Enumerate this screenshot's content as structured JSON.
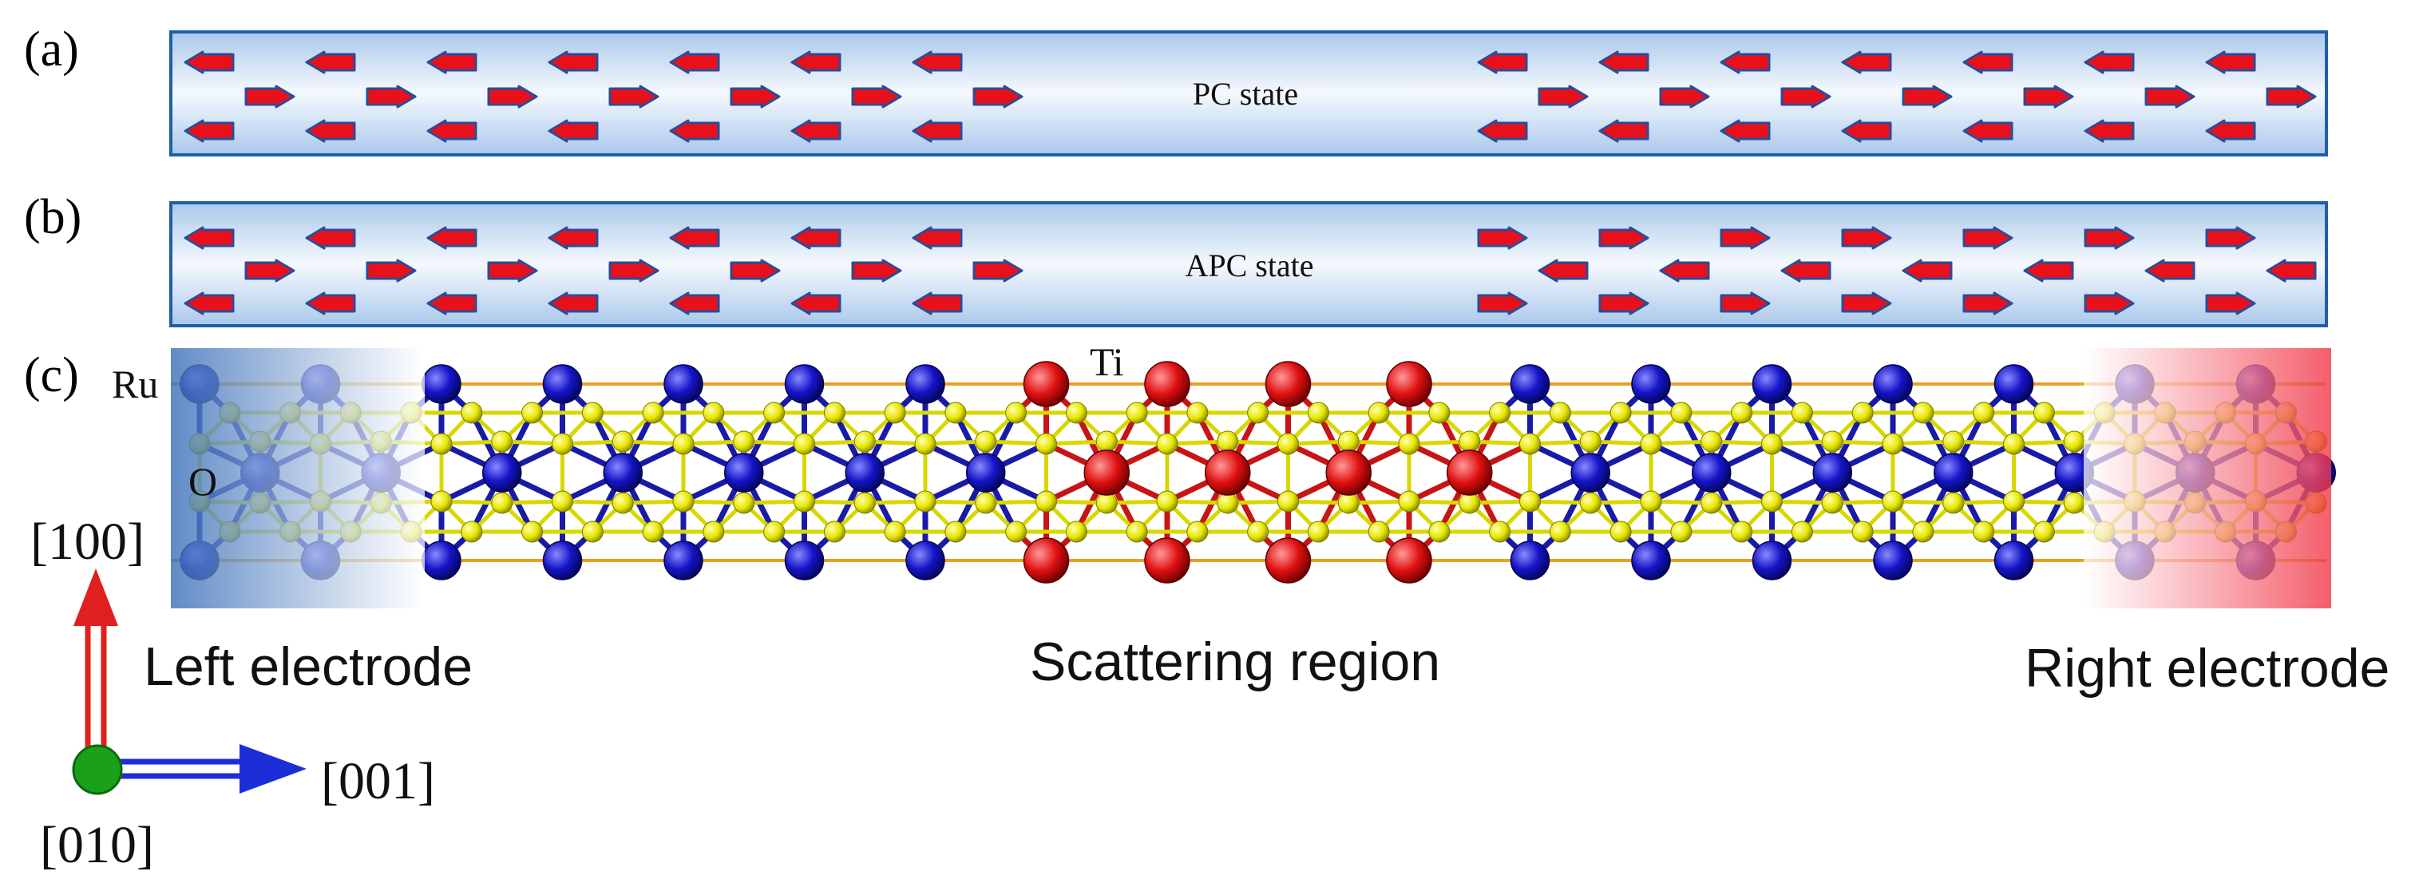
{
  "panels": {
    "a": {
      "letter": "(a)",
      "state": "PC state"
    },
    "b": {
      "letter": "(b)",
      "state": "APC state"
    },
    "c": {
      "letter": "(c)"
    }
  },
  "atoms": {
    "ru": "Ru",
    "o": "O",
    "ti": "Ti"
  },
  "regions": {
    "left": "Left electrode",
    "scattering": "Scattering region",
    "right": "Right electrode"
  },
  "directions": {
    "x": "[100]",
    "z": "[001]",
    "y": "[010]"
  },
  "arrow_pattern": {
    "pc": {
      "left_group": [
        "left",
        "right"
      ],
      "right_group": [
        "left",
        "right"
      ]
    },
    "apc": {
      "left_group": [
        "left",
        "right"
      ],
      "right_group": [
        "right",
        "left"
      ]
    }
  },
  "colors": {
    "ru_atom": "#1414c8",
    "ti_atom": "#e01010",
    "o_atom": "#e6e600",
    "bond_ru": "#1a1aa8",
    "bond_ti": "#c81414",
    "bond_o": "#d8d800",
    "spin_arrow": "#e8101a",
    "spin_outline": "#2a4c9a",
    "box_border": "#1f5fa8",
    "left_electrode": "#3a6fb8",
    "right_electrode": "#f04050",
    "axis_x": "#e02020",
    "axis_z": "#1c2ed8",
    "axis_y": "#1aa01a"
  }
}
